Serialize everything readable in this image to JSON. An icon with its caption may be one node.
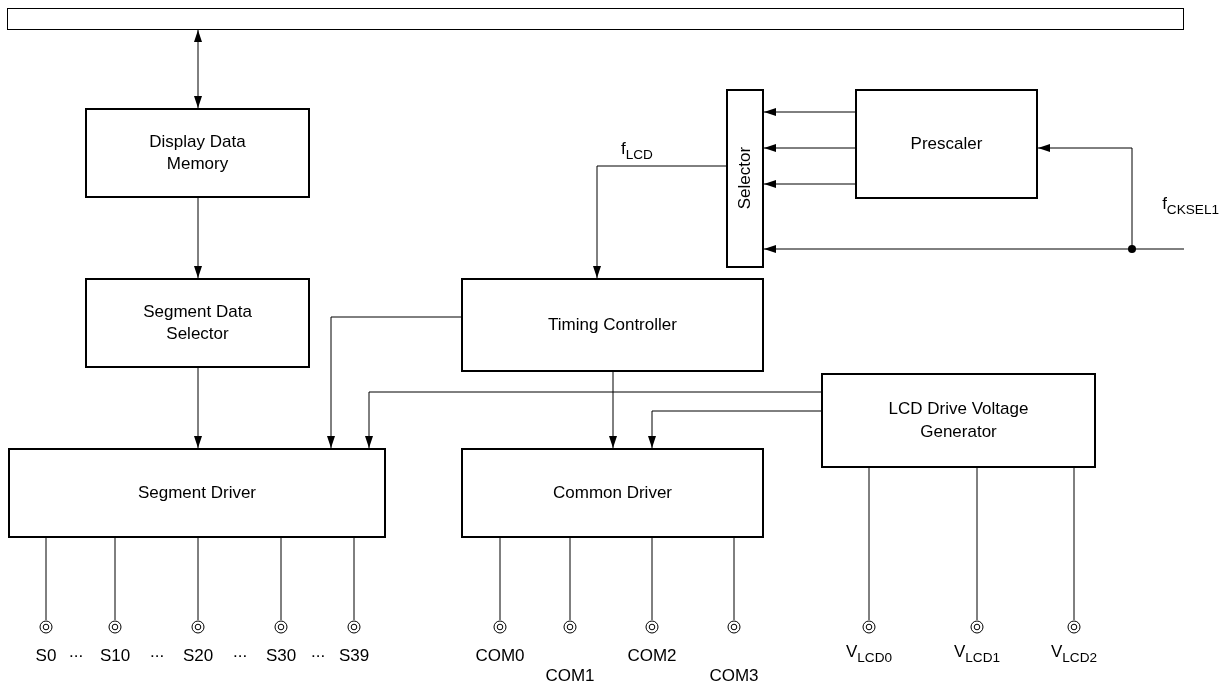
{
  "diagram": {
    "nodes": [
      {
        "text": [],
        "shape": "bar"
      },
      {
        "text": [
          "Display Data Memory"
        ]
      },
      {
        "text": [
          "Selector"
        ]
      },
      {
        "text": [
          "Prescaler"
        ]
      },
      {
        "text": [
          "f$_{CKSEL1}$"
        ]
      },
      {
        "text": [
          "Segment Data Selector"
        ]
      },
      {
        "text": [
          "Timing Controller"
        ]
      },
      {
        "text": [
          "LCD Drive Voltage Generator"
        ]
      },
      {
        "text": [
          "Segment Driver"
        ]
      },
      {
        "text": [
          "Common Driver"
        ]
      },
      {
        "text": [
          "S0"
        ]
      },
      {
        "text": [
          "S10"
        ]
      },
      {
        "text": [
          "S20"
        ]
      },
      {
        "text": [
          "S30"
        ]
      },
      {
        "text": [
          "S39"
        ]
      },
      {
        "text": [
          "COM0"
        ]
      },
      {
        "text": [
          "COM1"
        ]
      },
      {
        "text": [
          "COM2"
        ]
      },
      {
        "text": [
          "COM3"
        ]
      },
      {
        "text": [
          "V$_{LCD0}$"
        ]
      },
      {
        "text": [
          "V$_{LCD1}$"
        ]
      },
      {
        "text": [
          "V$_{LCD2}$"
        ]
      }
    ],
    "edges": [
      {
        "from": 0,
        "to": 1,
        "arrow": "both"
      },
      {
        "from": 1,
        "to": 5,
        "arrow": "to"
      },
      {
        "from": 5,
        "to": 8,
        "arrow": "to"
      },
      {
        "from": 3,
        "to": 2,
        "arrow": "to"
      },
      {
        "from": 3,
        "to": 2,
        "arrow": "to"
      },
      {
        "from": 3,
        "to": 2,
        "arrow": "to"
      },
      {
        "from": 4,
        "to": 2,
        "arrow": "to"
      },
      {
        "from": 4,
        "to": 3,
        "arrow": "to"
      },
      {
        "from": 2,
        "to": 6,
        "arrow": "to",
        "label": "f$_{LCD}$"
      },
      {
        "from": 6,
        "to": 8,
        "arrow": "to"
      },
      {
        "from": 7,
        "to": 8,
        "arrow": "to"
      },
      {
        "from": 6,
        "to": 9,
        "arrow": "to"
      },
      {
        "from": 7,
        "to": 9,
        "arrow": "to"
      },
      {
        "from": 8,
        "to": 10,
        "arrow": "none"
      },
      {
        "from": 8,
        "to": 11,
        "arrow": "none"
      },
      {
        "from": 8,
        "to": 12,
        "arrow": "none"
      },
      {
        "from": 8,
        "to": 13,
        "arrow": "none"
      },
      {
        "from": 8,
        "to": 14,
        "arrow": "none"
      },
      {
        "from": 9,
        "to": 15,
        "arrow": "none"
      },
      {
        "from": 9,
        "to": 16,
        "arrow": "none"
      },
      {
        "from": 9,
        "to": 17,
        "arrow": "none"
      },
      {
        "from": 9,
        "to": 18,
        "arrow": "none"
      },
      {
        "from": 7,
        "to": 19,
        "arrow": "none"
      },
      {
        "from": 7,
        "to": 20,
        "arrow": "none"
      },
      {
        "from": 7,
        "to": 21,
        "arrow": "none"
      }
    ],
    "labels": [
      "...",
      "...",
      "...",
      "..."
    ]
  }
}
